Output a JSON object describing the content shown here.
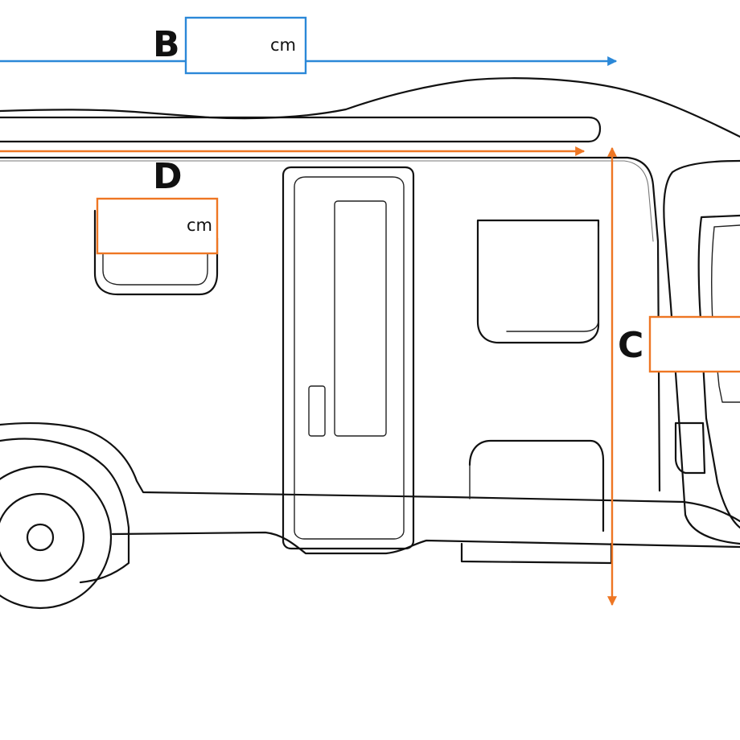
{
  "colors": {
    "blue": "#2b88d8",
    "orange": "#ee7623",
    "line": "#111111",
    "background": "#ffffff"
  },
  "dimensions": {
    "b": {
      "letter": "B",
      "unit": "cm",
      "value": ""
    },
    "c": {
      "letter": "C",
      "unit": "",
      "value": ""
    },
    "d": {
      "letter": "D",
      "unit": "cm",
      "value": ""
    }
  },
  "icons": {
    "vehicle": "motorhome-side-view",
    "arrow_b": "blue-horizontal-arrow",
    "arrow_c": "orange-vertical-double-arrow",
    "arrow_d": "orange-horizontal-arrow"
  }
}
